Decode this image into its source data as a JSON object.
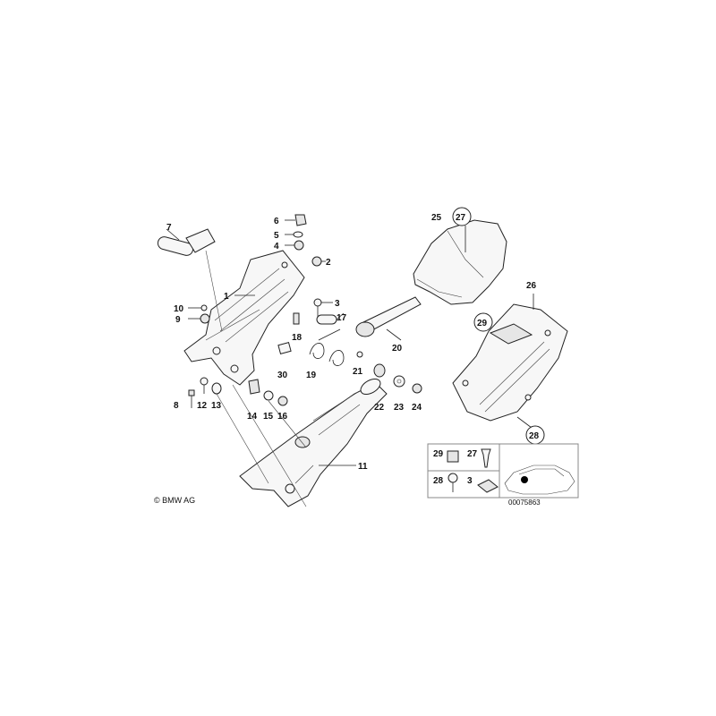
{
  "diagram": {
    "labels": {
      "p1": "1",
      "p2": "2",
      "p3": "3",
      "p4": "4",
      "p5": "5",
      "p6": "6",
      "p7": "7",
      "p8": "8",
      "p9": "9",
      "p10": "10",
      "p11": "11",
      "p12": "12",
      "p13": "13",
      "p14": "14",
      "p15": "15",
      "p16": "16",
      "p17": "17",
      "p18": "18",
      "p19": "19",
      "p20": "20",
      "p21": "21",
      "p22": "22",
      "p23": "23",
      "p24": "24",
      "p25": "25",
      "p26": "26",
      "p27": "27",
      "p28": "28",
      "p29": "29",
      "p30": "30"
    },
    "inset": {
      "l29": "29",
      "l27": "27",
      "l28": "28",
      "l3": "3"
    },
    "copyright": "© BMW AG",
    "doc_number": "00075863"
  }
}
